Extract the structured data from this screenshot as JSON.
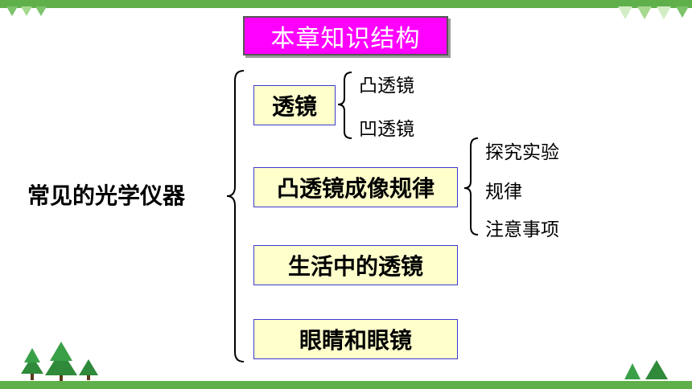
{
  "title": "本章知识结构",
  "root": "常见的光学仪器",
  "nodes": [
    {
      "label": "透镜",
      "children": [
        "凸透镜",
        "凹透镜"
      ]
    },
    {
      "label": "凸透镜成像规律",
      "children": [
        "探究实验",
        "规律",
        "注意事项"
      ]
    },
    {
      "label": "生活中的透镜",
      "children": []
    },
    {
      "label": "眼睛和眼镜",
      "children": []
    }
  ],
  "colors": {
    "title_bg": "#ff00ff",
    "node_bg": "#ffffcc",
    "node_border": "#3a3ad0",
    "bar": "#5fb04a"
  }
}
